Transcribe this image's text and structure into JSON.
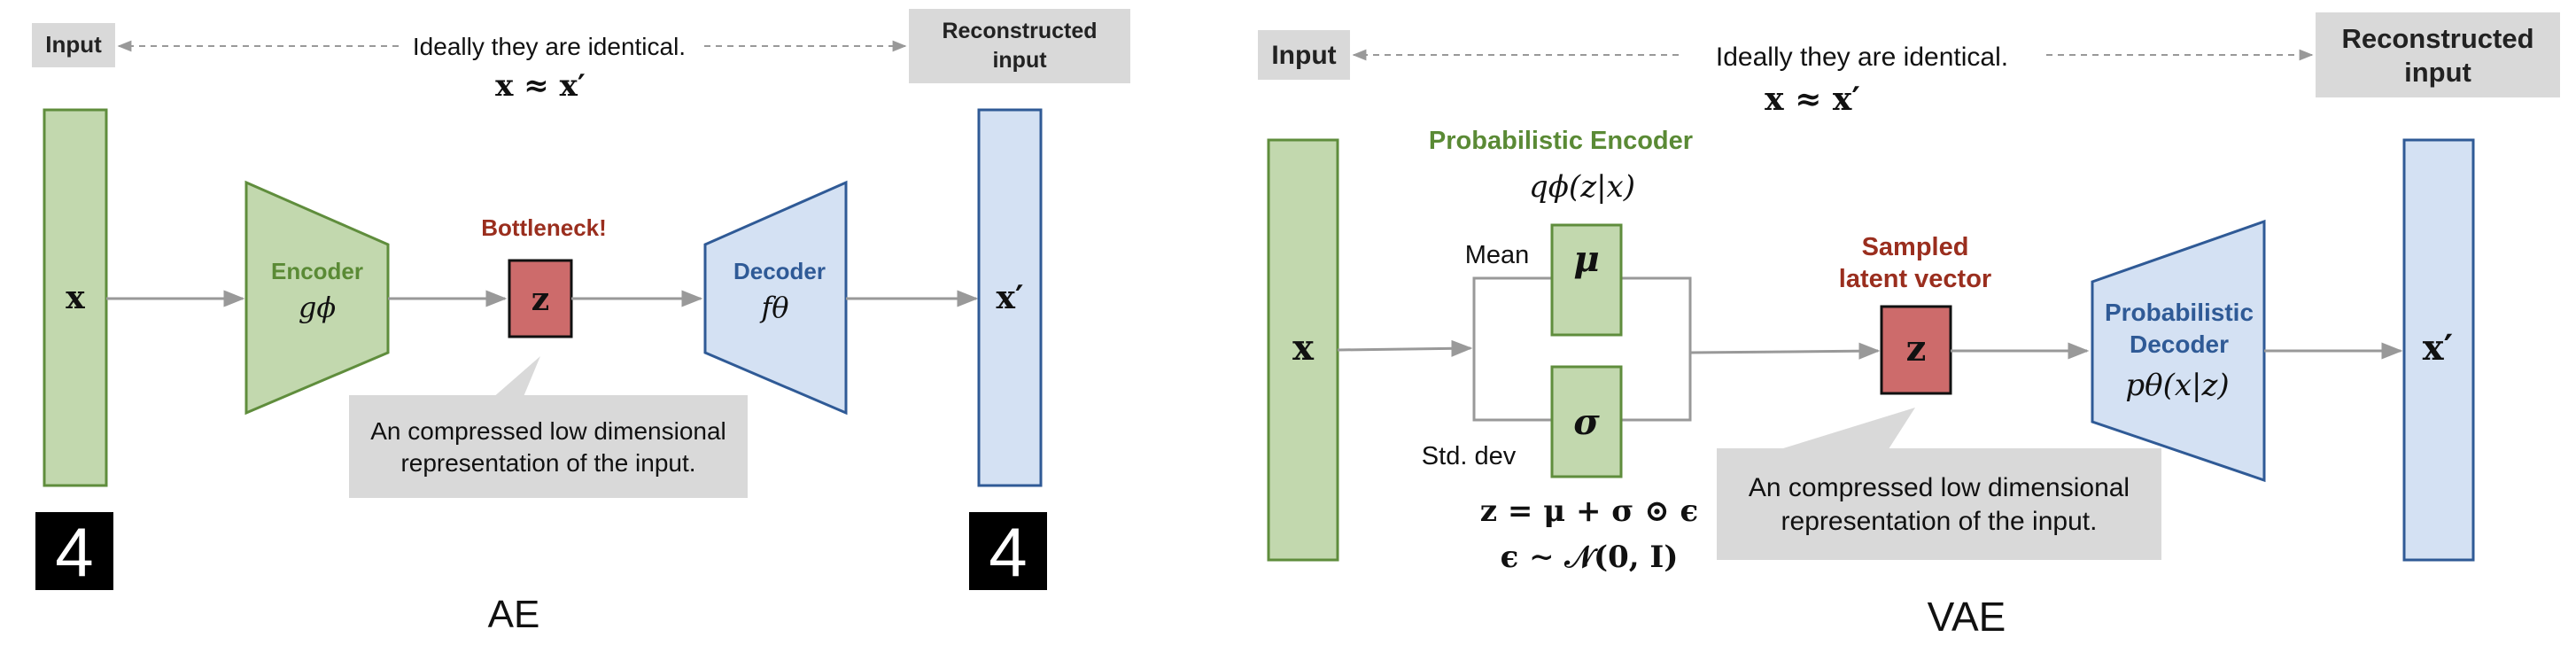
{
  "ae": {
    "input_label": "Input",
    "output_label_line1": "Reconstructed",
    "output_label_line2": "input",
    "ideal_text": "Ideally they are identical.",
    "approx_formula": "x ≈ x′",
    "x_label": "x",
    "x_prime_label": "x′",
    "encoder_label": "Encoder",
    "encoder_fn": "gϕ",
    "decoder_label": "Decoder",
    "decoder_fn": "fθ",
    "bottleneck_label": "Bottleneck!",
    "z_label": "z",
    "callout_line1": "An compressed low dimensional",
    "callout_line2": "representation of the input.",
    "digit": "4",
    "caption": "AE"
  },
  "vae": {
    "input_label": "Input",
    "output_label_line1": "Reconstructed",
    "output_label_line2": "input",
    "ideal_text": "Ideally they are identical.",
    "approx_formula": "x ≈ x′",
    "x_label": "x",
    "x_prime_label": "x′",
    "encoder_title": "Probabilistic Encoder",
    "encoder_fn": "qϕ(z|x)",
    "mean_label": "Mean",
    "std_label": "Std. dev",
    "mu_label": "μ",
    "sigma_label": "σ",
    "sampled_line1": "Sampled",
    "sampled_line2": "latent vector",
    "z_label": "z",
    "decoder_line1": "Probabilistic",
    "decoder_line2": "Decoder",
    "decoder_fn": "pθ(x|z)",
    "formula1": "z = μ + σ ⊙ ϵ",
    "formula2": "ϵ ∼ 𝒩(0, I)",
    "callout_line1": "An compressed low dimensional",
    "callout_line2": "representation of the input.",
    "caption": "VAE"
  },
  "colors": {
    "green_fill": "#c2d8ae",
    "green_stroke": "#5f8d3c",
    "green_text": "#5a8a35",
    "blue_fill": "#d4e1f3",
    "blue_stroke": "#2f5a96",
    "blue_text": "#2f5a96",
    "red_fill": "#cd6b6b",
    "red_text": "#9a2e1e",
    "gray_box": "#d9d9d9",
    "arrow": "#999999"
  }
}
